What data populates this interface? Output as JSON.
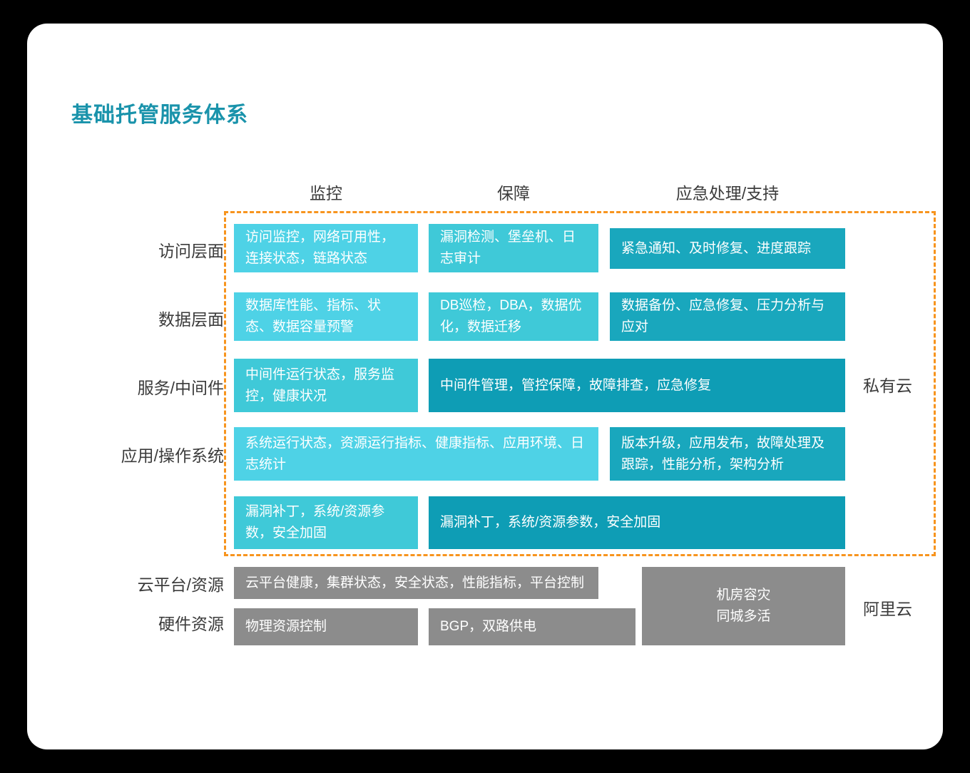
{
  "title": "基础托管服务体系",
  "columns": [
    {
      "label": "监控"
    },
    {
      "label": "保障"
    },
    {
      "label": "应急处理/支持"
    }
  ],
  "row_labels": [
    "访问层面",
    "数据层面",
    "服务/中间件",
    "应用/操作系统",
    "",
    "云平台/资源",
    "硬件资源"
  ],
  "side_labels": {
    "private_cloud": "私有云",
    "alibaba_cloud": "阿里云"
  },
  "cells": {
    "r1c1": "访问监控，网络可用性，连接状态，链路状态",
    "r1c2": "漏洞检测、堡垒机、日志审计",
    "r1c3": "紧急通知、及时修复、进度跟踪",
    "r2c1": "数据库性能、指标、状态、数据容量预警",
    "r2c2": "DB巡检，DBA，数据优化，数据迁移",
    "r2c3": "数据备份、应急修复、压力分析与应对",
    "r3c1": "中间件运行状态，服务监控，健康状况",
    "r3c23": "中间件管理，管控保障，故障排查，应急修复",
    "r4c12": "系统运行状态，资源运行指标、健康指标、应用环境、日志统计",
    "r4c3": "版本升级，应用发布，故障处理及跟踪，性能分析，架构分析",
    "r5c1": "漏洞补丁，系统/资源参数，安全加固",
    "r5c23": "漏洞补丁，系统/资源参数，安全加固",
    "r6c12": "云平台健康，集群状态，安全状态，性能指标，平台控制",
    "r6c3": "机房容灾\n同城多活",
    "r6c3_line1": "机房容灾",
    "r6c3_line2": "同城多活",
    "r7c1": "物理资源控制",
    "r7c2": "BGP，双路供电"
  },
  "colors": {
    "title": "#1a93ab",
    "dashed_border": "#f7941e",
    "cell_light": "#4ed2e6",
    "cell_mid": "#3fc9d8",
    "cell_teal": "#19a7bd",
    "cell_deep": "#0e9db5",
    "cell_gray": "#8c8c8c",
    "card_background": "#ffffff",
    "page_background": "#000000",
    "text_dark": "#3b3b3b"
  }
}
